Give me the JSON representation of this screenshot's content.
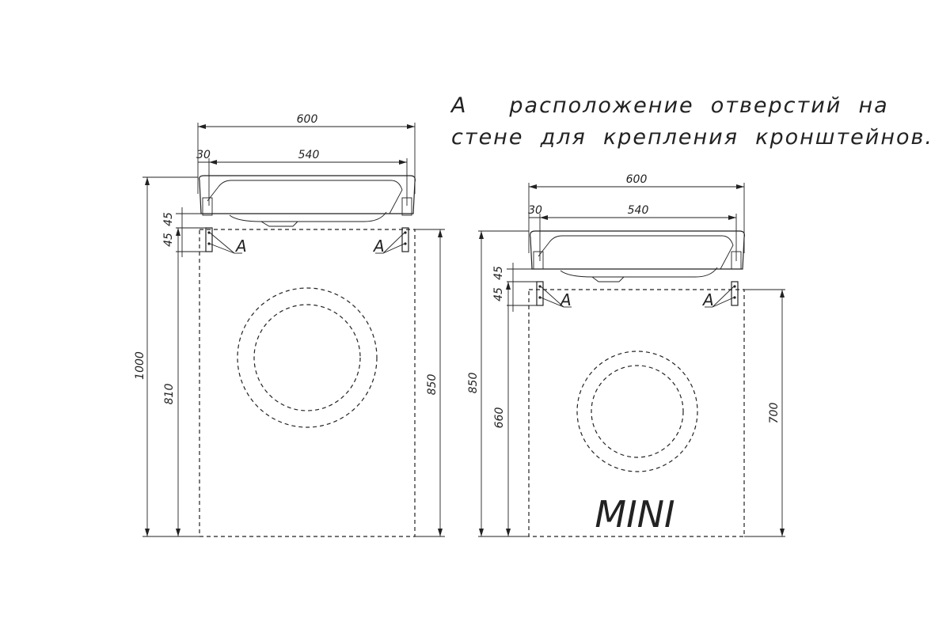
{
  "note": {
    "line1": "А     расположение  отверстий  на",
    "line2": "стене  для  крепления  кронштейнов."
  },
  "left": {
    "dim_total_width": "600",
    "dim_offset": "30",
    "dim_inner_width": "540",
    "dim_hole_top": "45",
    "dim_hole_bottom": "45",
    "dim_height_total": "1000",
    "dim_height_mount": "810",
    "dim_machine_height": "850",
    "label_a_left": "A",
    "label_a_right": "A"
  },
  "right": {
    "dim_total_width": "600",
    "dim_offset": "30",
    "dim_inner_width": "540",
    "dim_hole_top": "45",
    "dim_hole_bottom": "45",
    "dim_height_total": "850",
    "dim_height_mount": "660",
    "dim_machine_height": "700",
    "label_a_left": "A",
    "label_a_right": "A",
    "model_label": "MINI"
  }
}
